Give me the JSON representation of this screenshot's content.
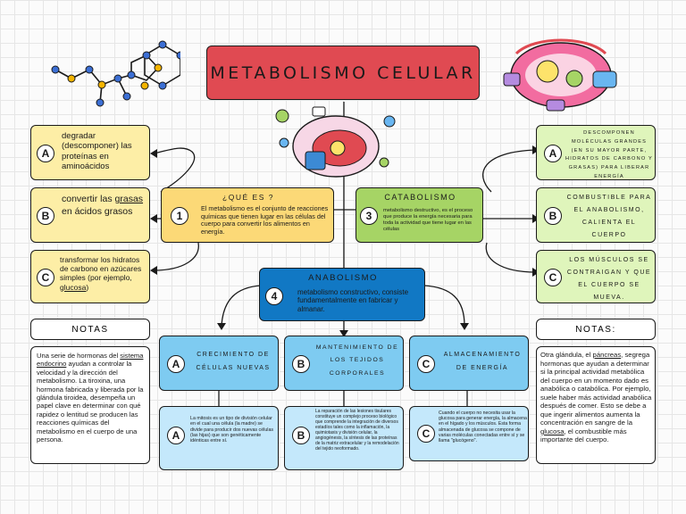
{
  "title": "METABOLISMO CELULAR",
  "left_items": [
    {
      "letter": "A",
      "line1": "degradar",
      "line2": "(descomponer) las",
      "line3": "proteínas en",
      "line4": "aminoácidos"
    },
    {
      "letter": "B",
      "pre": "convertir las ",
      "underlined": "grasas",
      "post": " en ácidos grasos"
    },
    {
      "letter": "C",
      "pre": "transformar los hidratos de carbono en azúcares simples (por ejemplo, ",
      "underlined": "glucosa",
      "post": ")"
    }
  ],
  "que_es": {
    "number": "1",
    "title": "¿QUÉ ES ?",
    "text": "El metabolismo es el conjunto de reacciones químicas que tienen lugar en las células del cuerpo para convertir los alimentos en energía."
  },
  "catabolismo": {
    "number": "3",
    "title": "CATABOLISMO",
    "text": "metabolismo destructivo, es el proceso que produce la energía necesaria para toda la actividad que tiene lugar en las células"
  },
  "anabolismo": {
    "number": "4",
    "title": "ANABOLISMO",
    "text": "metabolismo constructivo, consiste fundamentalmente en fabricar y almanar."
  },
  "right_items": [
    {
      "letter": "A",
      "text": "descomponen moléculas grandes (en su mayor parte, hidratos de carbono y grasas) para liberar energía"
    },
    {
      "letter": "B",
      "text": "combustible para el anabolismo, calienta el cuerpo"
    },
    {
      "letter": "C",
      "text": "los músculos se contraigan y que el cuerpo se mueva."
    }
  ],
  "ana_items": [
    {
      "letter": "A",
      "title": "crecimiento de células nuevas",
      "detail": "La mitosis es un tipo de división celular en el cual una célula (la madre) se divide para producir dos nuevas células (las hijas) que son genéticamente idénticas entre sí."
    },
    {
      "letter": "B",
      "title": "mantenimiento de los tejidos corporales",
      "detail": "La reparación de las lesiones tisulares constituye un complejo proceso biológico que comprende la integración de diversos estadíos tales como la inflamación, la quimiotaxis y división celular, la angiogénesis, la síntesis de las proteínas de la matriz extracelular y la remodelación del tejido neoformado."
    },
    {
      "letter": "C",
      "title": "almacenamiento de energía",
      "detail": "Cuando el cuerpo no necesita usar la glucosa para generar energía, la almacena en el hígado y los músculos. Esta forma almacenada de glucosa se compone de varias moléculas conectadas entre sí y se llama \"glucógeno\"."
    }
  ],
  "notas_left": {
    "label": "NOTAS",
    "pre": "Una serie de hormonas del ",
    "link": "sistema endocrino",
    "post": " ayudan a controlar la velocidad y la dirección del metabolismo. La tiroxina, una hormona fabricada y liberada por la glándula tiroidea, desempeña un papel clave en determinar con qué rapidez o lentitud se producen las reacciones químicas del metabolismo en el cuerpo de una persona."
  },
  "notas_right": {
    "label": "NOTAS:",
    "pre": "Otra glándula, el ",
    "link1": "páncreas",
    "mid": ", segrega hormonas que ayudan a determinar si la principal actividad metabólica del cuerpo en un momento dado es anabólica o catabólica. Por ejemplo, suele haber más actividad anabólica después de comer. Esto se debe a que ingerir alimentos aumenta la concentración en sangre de la ",
    "link2": "glucosa",
    "post": ", el combustible más importante del cuerpo."
  },
  "colors": {
    "title": "#e04a52",
    "yellow": "#fcd977",
    "green": "#a6d465",
    "blue": "#1178c4",
    "lightblue": "#7ecbf1",
    "light_yellow": "#fdeea6",
    "light_green": "#dff5bb",
    "pale_blue": "#c4e8fb"
  }
}
